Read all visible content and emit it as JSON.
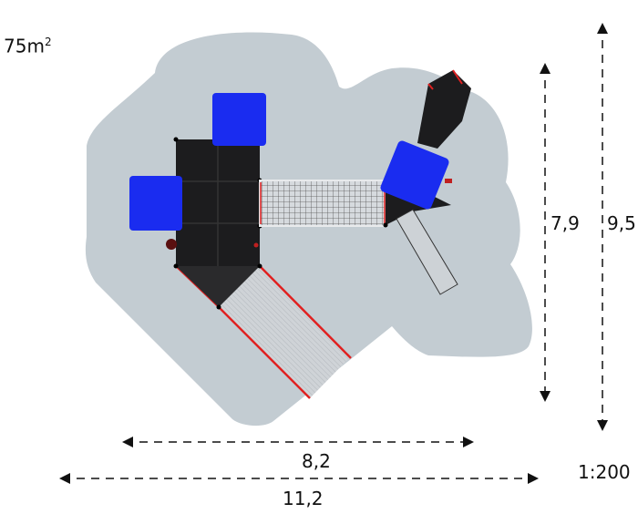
{
  "area": {
    "value": "75m",
    "superscript": "2"
  },
  "scale": "1:200",
  "dimensions": {
    "width_inner": "8,2",
    "width_outer": "11,2",
    "height_inner": "7,9",
    "height_outer": "9,5"
  },
  "colors": {
    "safety_zone": "#c3ccd2",
    "structure": "#1c1c1e",
    "roof": "#1a2cf0",
    "rail": "#e02020",
    "slide": "#c8cdd2"
  }
}
